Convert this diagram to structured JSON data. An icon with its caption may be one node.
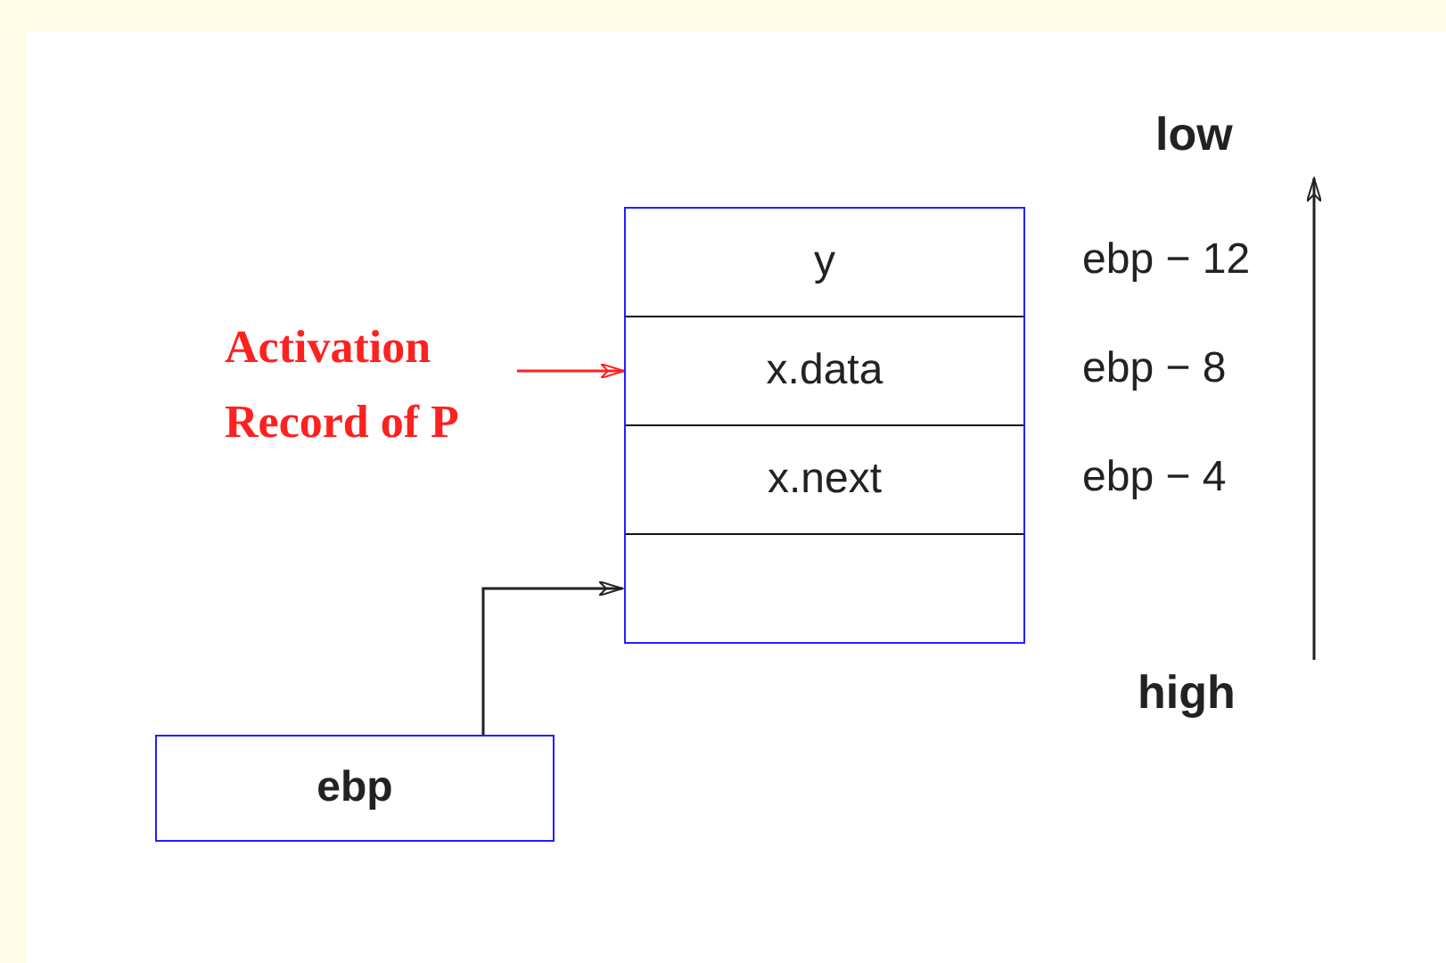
{
  "diagram": {
    "nodes": [
      {
        "text": [
          "y"
        ],
        "beside": [
          "ebp − 12"
        ]
      },
      {
        "text": [
          "x.data"
        ],
        "beside": [
          "ebp − 8"
        ]
      },
      {
        "text": [
          "x.next"
        ],
        "beside": [
          "ebp − 4"
        ]
      },
      {
        "text": [],
        "shape": "box"
      },
      {
        "text": [
          "Activation Record of P"
        ]
      },
      {
        "text": [
          "ebp"
        ]
      }
    ],
    "edges": [
      {
        "from": 4,
        "to": 1,
        "arrow": "to",
        "color": "#ff2020"
      },
      {
        "from": 5,
        "to": 3,
        "arrow": "to",
        "color": "#222222"
      }
    ],
    "labels": [
      "low",
      "high"
    ]
  }
}
